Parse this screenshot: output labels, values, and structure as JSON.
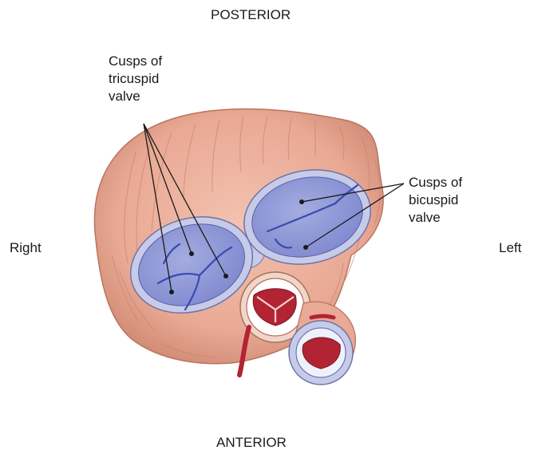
{
  "orientation": {
    "top": "POSTERIOR",
    "bottom": "ANTERIOR",
    "left_side": "Right",
    "right_side": "Left"
  },
  "callouts": {
    "tricuspid": [
      "Cusps of",
      "tricuspid",
      "valve"
    ],
    "bicuspid": [
      "Cusps of",
      "bicuspid",
      "valve"
    ]
  },
  "colors": {
    "muscle": "#e9a994",
    "muscle_shadow": "#c9836f",
    "valve_fill": "#8e97d8",
    "valve_ring": "#c7cbe8",
    "cusp_line": "#3a4ab0",
    "vessel_red": "#b22433"
  }
}
